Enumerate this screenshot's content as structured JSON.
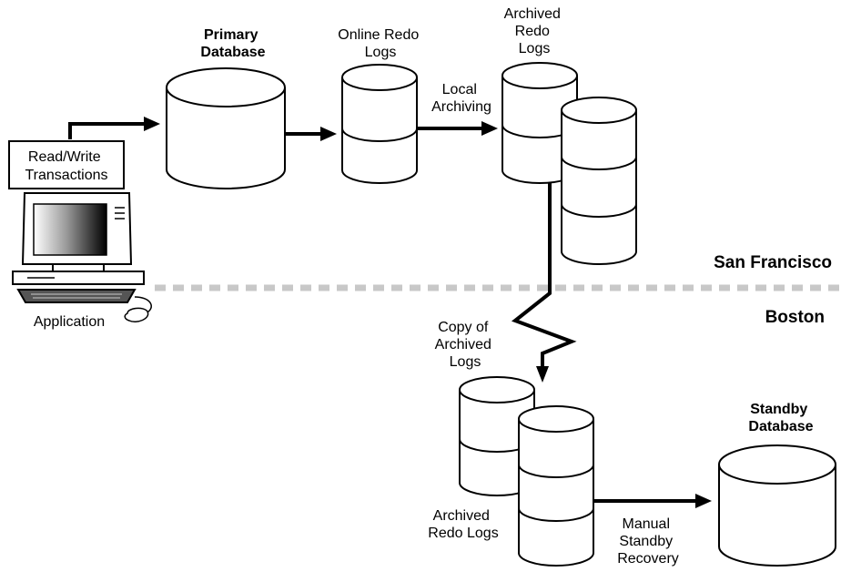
{
  "labels": {
    "primary_database": [
      "Primary",
      "Database"
    ],
    "online_redo_logs": [
      "Online Redo",
      "Logs"
    ],
    "archived_redo_logs_top": [
      "Archived",
      "Redo",
      "Logs"
    ],
    "local_archiving": [
      "Local",
      "Archiving"
    ],
    "read_write_transactions": [
      "Read/Write",
      "Transactions"
    ],
    "application": "Application",
    "san_francisco": "San Francisco",
    "boston": "Boston",
    "copy_of_archived_logs": [
      "Copy of",
      "Archived",
      "Logs"
    ],
    "standby_database": [
      "Standby",
      "Database"
    ],
    "archived_redo_logs_bottom": [
      "Archived",
      "Redo Logs"
    ],
    "manual_standby_recovery": [
      "Manual",
      "Standby",
      "Recovery"
    ]
  },
  "colors": {
    "line": "#000000",
    "background": "#ffffff",
    "site_divider": "#c8c8c8"
  },
  "icons": {
    "client": "desktop-computer-icon"
  }
}
